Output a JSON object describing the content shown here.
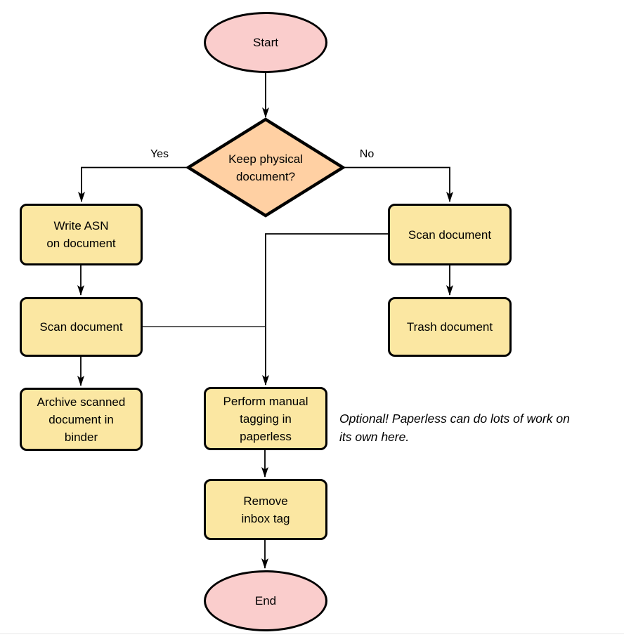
{
  "diagram": {
    "type": "flowchart",
    "colors": {
      "terminator_fill": "#FACDCC",
      "decision_fill": "#FFD0A3",
      "process_fill": "#FBE7A2",
      "stroke": "#000000",
      "text": "#000000",
      "page_edge": "#e9e9e9"
    },
    "nodes": {
      "start": {
        "type": "terminator",
        "lines": [
          "Start"
        ]
      },
      "decision": {
        "type": "decision",
        "lines": [
          "Keep physical",
          "document?"
        ]
      },
      "write_asn": {
        "type": "process",
        "lines": [
          "Write ASN",
          "on document"
        ]
      },
      "scan_left": {
        "type": "process",
        "lines": [
          "Scan document"
        ]
      },
      "archive": {
        "type": "process",
        "lines": [
          "Archive scanned",
          "document in",
          "binder"
        ]
      },
      "scan_right": {
        "type": "process",
        "lines": [
          "Scan document"
        ]
      },
      "trash": {
        "type": "process",
        "lines": [
          "Trash document"
        ]
      },
      "tagging": {
        "type": "process",
        "lines": [
          "Perform manual",
          "tagging in",
          "paperless"
        ]
      },
      "remove_inbox": {
        "type": "process",
        "lines": [
          "Remove",
          "inbox tag"
        ]
      },
      "end": {
        "type": "terminator",
        "lines": [
          "End"
        ]
      }
    },
    "edge_labels": {
      "yes": "Yes",
      "no": "No"
    },
    "annotation": {
      "lines": [
        "Optional! Paperless can do lots of work on",
        "its own here."
      ]
    }
  }
}
